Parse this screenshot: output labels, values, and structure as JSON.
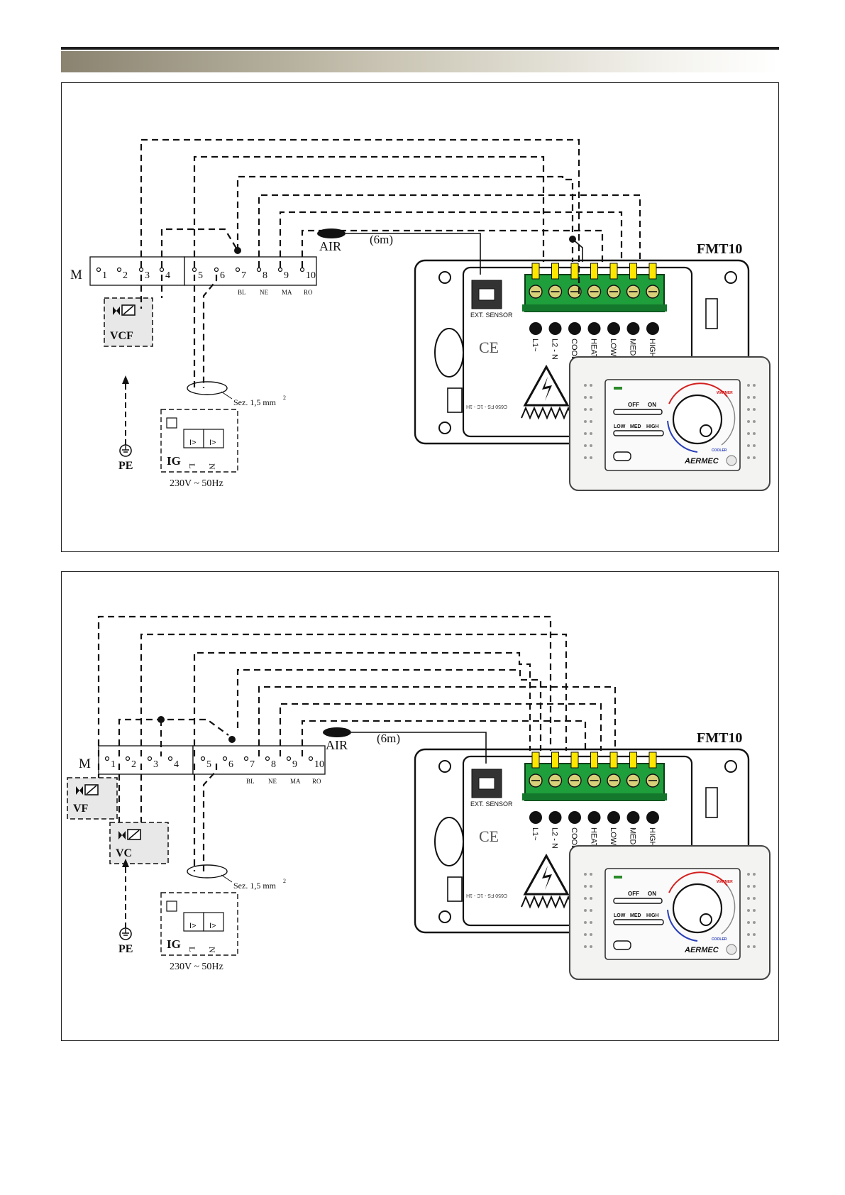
{
  "diagrams": [
    {
      "id": "top",
      "model_label": "FMT10",
      "motor_label": "M",
      "terminals": [
        "1",
        "2",
        "3",
        "4",
        "5",
        "6",
        "7",
        "8",
        "9",
        "10"
      ],
      "wire_colors": [
        "BL",
        "NE",
        "MA",
        "RO"
      ],
      "sensor_label": "AIR",
      "sensor_length": "(6m)",
      "section_label": "Sez. 1,5 mm",
      "section_sup": "2",
      "supply_label": "230V ~ 50Hz",
      "pe_label": "PE",
      "ig_label": "IG",
      "valves": [
        "VCF"
      ],
      "terminal_block": [
        "L1~",
        "L2 - N",
        "COOL",
        "HEAT",
        "LOW",
        "MED",
        "HIGH"
      ],
      "ext_sensor_label": "EXT. SENSOR",
      "cert_text": "C650 FS - 1C - 1H",
      "switch_labels": [
        "OFF",
        "ON"
      ],
      "speed_labels": [
        "LOW",
        "MED",
        "HIGH"
      ],
      "knob_labels": [
        "WARMER",
        "COOLER"
      ],
      "brand": "AERMEC",
      "ln_labels": [
        "L",
        "N"
      ]
    },
    {
      "id": "bottom",
      "model_label": "FMT10",
      "motor_label": "M",
      "terminals": [
        "1",
        "2",
        "3",
        "4",
        "5",
        "6",
        "7",
        "8",
        "9",
        "10"
      ],
      "wire_colors": [
        "BL",
        "NE",
        "MA",
        "RO"
      ],
      "sensor_label": "AIR",
      "sensor_length": "(6m)",
      "section_label": "Sez. 1,5 mm",
      "section_sup": "2",
      "supply_label": "230V ~ 50Hz",
      "pe_label": "PE",
      "ig_label": "IG",
      "valves": [
        "VF",
        "VC"
      ],
      "terminal_block": [
        "L1~",
        "L2 - N",
        "COOL",
        "HEAT",
        "LOW",
        "MED",
        "HIGH"
      ],
      "ext_sensor_label": "EXT. SENSOR",
      "cert_text": "C650 FS - 1C - 1H",
      "switch_labels": [
        "OFF",
        "ON"
      ],
      "speed_labels": [
        "LOW",
        "MED",
        "HIGH"
      ],
      "knob_labels": [
        "WARMER",
        "COOLER"
      ],
      "brand": "AERMEC",
      "ln_labels": [
        "L",
        "N"
      ]
    }
  ],
  "colors": {
    "header_dark": "#1e1e1e",
    "terminal_green": "#1f9e3c",
    "wire_yellow": "#ffe600",
    "valve_fill": "#e8e8e8",
    "warm_red": "#d42020",
    "cool_blue": "#2a3fb8"
  }
}
